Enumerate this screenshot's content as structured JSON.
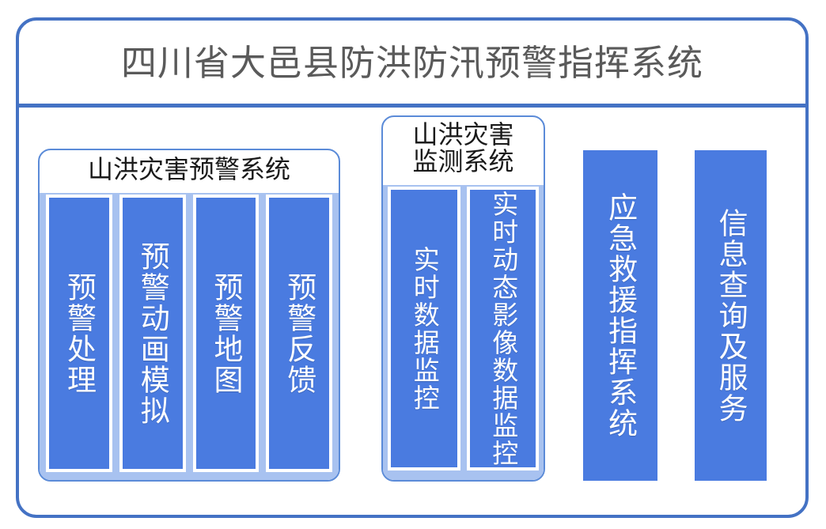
{
  "header": {
    "title": "四川省大邑县防洪防汛预警指挥系统",
    "title_color": "#5a5a5a",
    "rule_color": "#4472C4"
  },
  "colors": {
    "frame_border": "#4472C4",
    "panel_border": "#5B8BD8",
    "panel_body_fill": "#A8C2F0",
    "bar_fill": "#4A7BE0",
    "bar_border": "#ffffff",
    "bar_text": "#ffffff",
    "panel_header_text": "#1a1a1a",
    "background": "#ffffff"
  },
  "panels": [
    {
      "id": "warning-system",
      "header": "山洪灾害预警系统",
      "bars": [
        {
          "id": "warning-processing",
          "label": "预警处理"
        },
        {
          "id": "warning-animation-simulation",
          "label": "预警动画模拟"
        },
        {
          "id": "warning-map",
          "label": "预警地图"
        },
        {
          "id": "warning-feedback",
          "label": "预警反馈"
        }
      ]
    },
    {
      "id": "monitoring-system",
      "header": "山洪灾害\n监测系统",
      "bars": [
        {
          "id": "realtime-data-monitoring",
          "label": "实时数据监控"
        },
        {
          "id": "realtime-dynamic-image-data-monitoring",
          "label": "实时动态影像数据监控"
        }
      ]
    }
  ],
  "standalone_bars": [
    {
      "id": "emergency-rescue-command-system",
      "label": "应急救援指挥系统"
    },
    {
      "id": "information-query-and-service",
      "label": "信息查询及服务"
    }
  ]
}
